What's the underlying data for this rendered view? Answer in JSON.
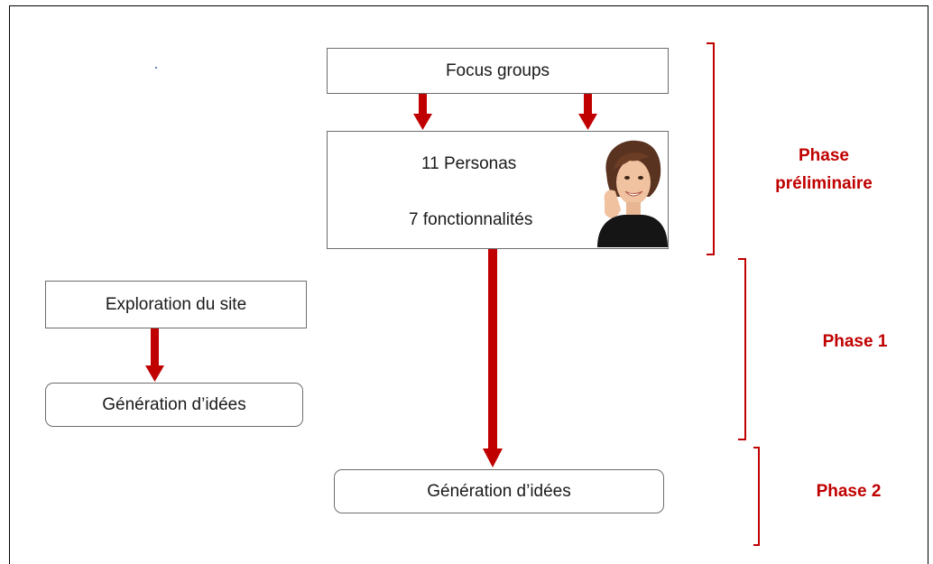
{
  "diagram": {
    "nodes": {
      "focus_groups": "Focus groups",
      "personas_line1": "11 Personas",
      "personas_line2": "7 fonctionnalités",
      "exploration": "Exploration du site",
      "generation_left": "Génération d’idées",
      "generation_bottom": "Génération d’idées"
    },
    "phases": {
      "preliminary_line1": "Phase",
      "preliminary_line2": "préliminaire",
      "phase1": "Phase 1",
      "phase2": "Phase 2"
    },
    "colors": {
      "arrow": "#c00000",
      "phase_text": "#c00000",
      "bracket": "#c00000",
      "box_border": "#6d6d6d"
    },
    "icons": {
      "persona_photo": "woman-portrait-photo"
    }
  }
}
